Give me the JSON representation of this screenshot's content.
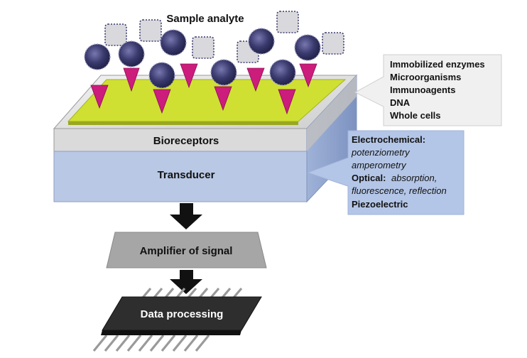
{
  "title": "Sample analyte",
  "bioreceptor_types": [
    "Immobilized enzymes",
    "Microorganisms",
    "Immunoagents",
    "DNA",
    "Whole cells"
  ],
  "layers": {
    "bioreceptors": "Bioreceptors",
    "transducer": "Transducer",
    "amplifier": "Amplifier of signal",
    "processing": "Data processing"
  },
  "transducer_types": {
    "electrochemical_heading": "Electrochemical:",
    "electrochemical_methods": [
      "potenziometry",
      "amperometry"
    ],
    "optical_heading": "Optical:",
    "optical_line1": "absorption,",
    "optical_line2": "fluorescence, reflection",
    "piezo": "Piezoelectric"
  },
  "colors": {
    "analyte": "#3a3a6e",
    "antigen": "#d9d9dd",
    "receptor": "#cc1c7c",
    "receptor_surface": "#cfe033",
    "bioreceptor_layer": "#dadada",
    "transducer_layer": "#b9c8e4",
    "callout_grey": "#f0f0f0",
    "callout_blue": "#b4c6e7",
    "amplifier": "#a6a6a6",
    "chip": "#2e2e2e"
  }
}
